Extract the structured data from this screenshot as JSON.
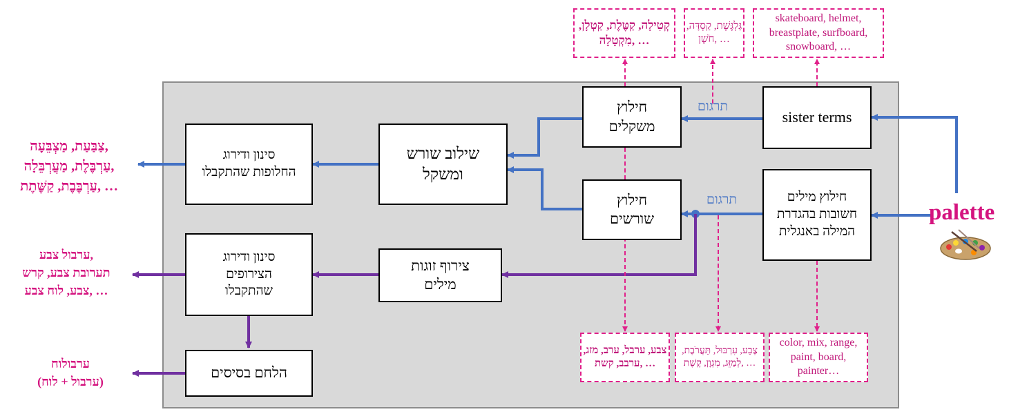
{
  "colors": {
    "blue": "#4472c4",
    "purple": "#7030a0",
    "magenta": "#e0208a",
    "panel": "#d9d9d9"
  },
  "input_word": "palette",
  "palette_image": "palette-icon",
  "boxes": {
    "sister_terms": "sister terms",
    "extract_words": [
      "חילוץ מילים",
      "חשובות בהגדרת",
      "המילה באנגלית"
    ],
    "extract_patterns": [
      "חילוץ",
      "משקלים"
    ],
    "extract_roots": [
      "חילוץ",
      "שורשים"
    ],
    "combine_root_pattern": [
      "שילוב שורש",
      "ומשקל"
    ],
    "filter_alternatives": [
      "סינון ודירוג",
      "החלופות שהתקבלו"
    ],
    "word_pairs": [
      "צירוף זוגות",
      "מילים"
    ],
    "filter_compounds": [
      "סינון ודירוג",
      "הצירופים",
      "שהתקבלו"
    ],
    "blend_bases": "הלחם בסיסים"
  },
  "translate_label": "תרגום",
  "examples": {
    "sister_en": [
      "skateboard, helmet,",
      "breastplate, surfboard,",
      "snowboard, …"
    ],
    "sister_he": [
      "גַּלְגֶּשֶׁת,",
      "קַסְדָּה,",
      "חֹשֶׁן, …"
    ],
    "patterns": [
      "קְטִילָה, קַטֶּלֶת,",
      "קַטְלָן, מִקְטָלָה, …"
    ],
    "english_words": [
      "color, mix,",
      "range, paint,",
      "board, painter…"
    ],
    "hebrew_words": [
      "צֶבַע, עִרְבּוּל,",
      "תַּעֲרֹבֶת, לְמַזֵּג,",
      "מִגְוָן, קֶשֶׁת, …"
    ],
    "roots": [
      "צבע, ערבל,",
      "ערב, מזג,",
      "ערבב, קשת, …"
    ]
  },
  "outputs": {
    "alternatives": [
      "צַבַּעַת, מַצְבֵּעָה,",
      "עַרְבֶּלֶת, מַעֲרְבֵּלָה,",
      "עַרְבֶּבֶת, קַשֶּׁתֶת, …"
    ],
    "compounds": [
      "ערבול צבע,",
      "תערובת צבע, קרש",
      "צבע, לוח צבע, …"
    ],
    "blend": [
      "ערבולוח",
      "(ערבול + לוח)"
    ]
  }
}
